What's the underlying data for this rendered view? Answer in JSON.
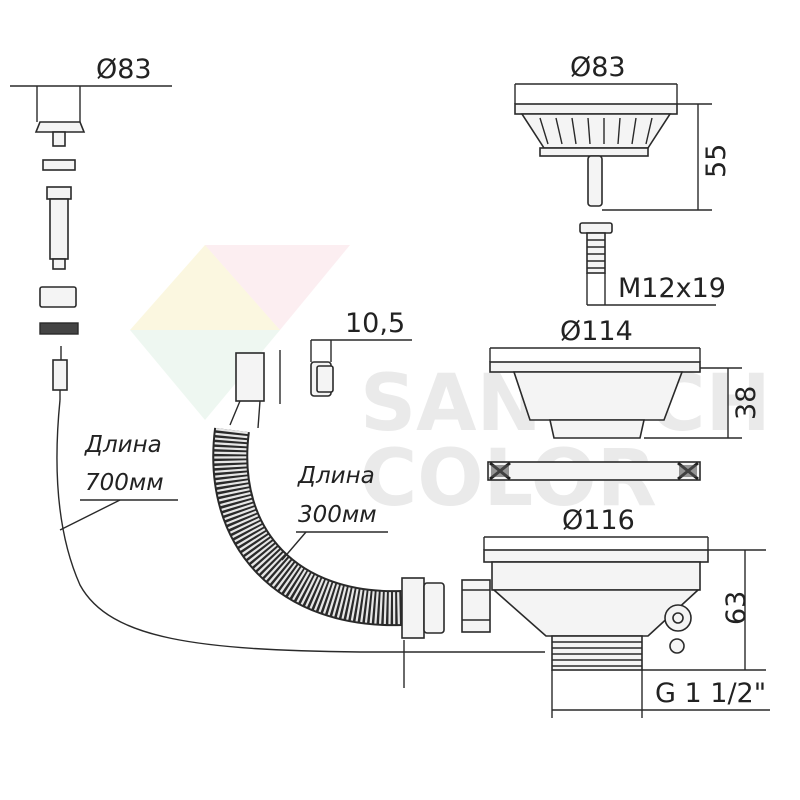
{
  "dimensions": {
    "plug_diameter": "Ø83",
    "strainer_diameter": "Ø83",
    "strainer_height": "55",
    "screw_thread": "M12x19",
    "bowl_diameter": "Ø114",
    "bowl_height": "38",
    "cap_width": "10,5",
    "body_diameter": "Ø116",
    "body_height": "63",
    "thread_size": "G 1 1/2\""
  },
  "labels": {
    "cable_length_word": "Длина",
    "cable_length_value": "700мм",
    "hose_length_word": "Длина",
    "hose_length_value": "300мм"
  },
  "watermark": {
    "line1": "SANTECH",
    "line2": "COLOR"
  }
}
